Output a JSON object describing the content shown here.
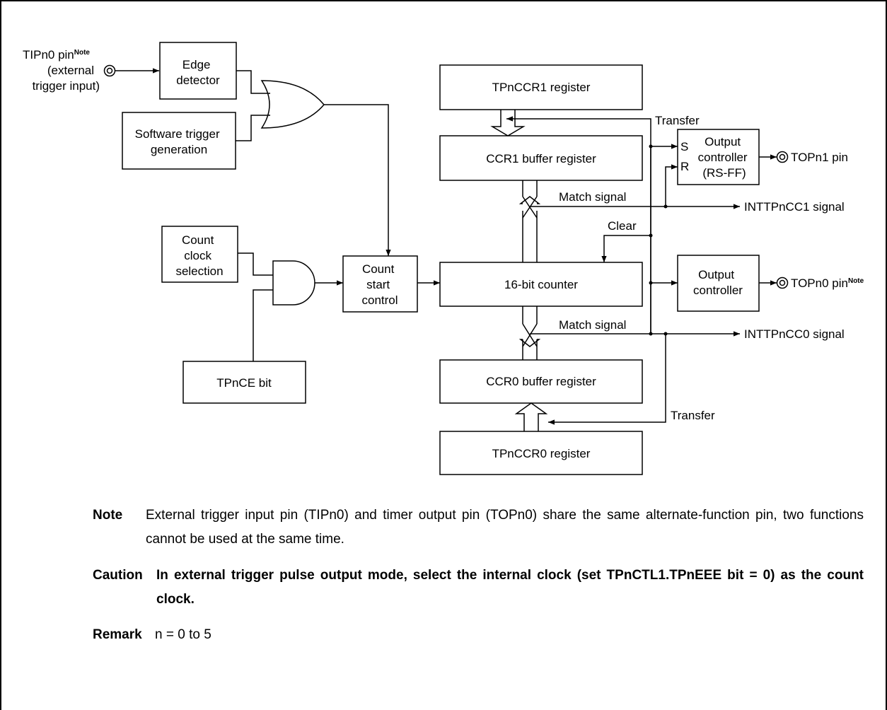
{
  "diagram": {
    "tipn0_pin": "TIPn0 pin",
    "note_superscript": "Note",
    "external": "(external",
    "trigger_input": "trigger input)",
    "edge_detector": [
      "Edge",
      "detector"
    ],
    "software_trigger": [
      "Software trigger",
      "generation"
    ],
    "count_clock_selection": [
      "Count",
      "clock",
      "selection"
    ],
    "tpnce_bit": "TPnCE bit",
    "count_start_control": [
      "Count",
      "start",
      "control"
    ],
    "tpnccr1_register": "TPnCCR1 register",
    "ccr1_buffer_register": "CCR1 buffer register",
    "counter_16bit": "16-bit counter",
    "ccr0_buffer_register": "CCR0 buffer register",
    "tpnccr0_register": "TPnCCR0 register",
    "transfer": "Transfer",
    "match_signal": "Match signal",
    "clear": "Clear",
    "s": "S",
    "r": "R",
    "output_controller_rsff": [
      "Output",
      "controller",
      "(RS-FF)"
    ],
    "output_controller": [
      "Output",
      "controller"
    ],
    "topn1_pin": "TOPn1 pin",
    "topn0_pin": "TOPn0 pin",
    "inttpncc1_signal": "INTTPnCC1 signal",
    "inttpncc0_signal": "INTTPnCC0 signal"
  },
  "notes": {
    "note_label": "Note",
    "note_text": "External trigger input pin (TIPn0) and timer output pin (TOPn0) share the same alternate-function pin, two functions cannot be used at the same time.",
    "caution_label": "Caution",
    "caution_text": "In external trigger pulse output mode, select the internal clock (set TPnCTL1.TPnEEE bit = 0) as the count clock.",
    "remark_label": "Remark",
    "remark_text": "n = 0 to 5"
  }
}
